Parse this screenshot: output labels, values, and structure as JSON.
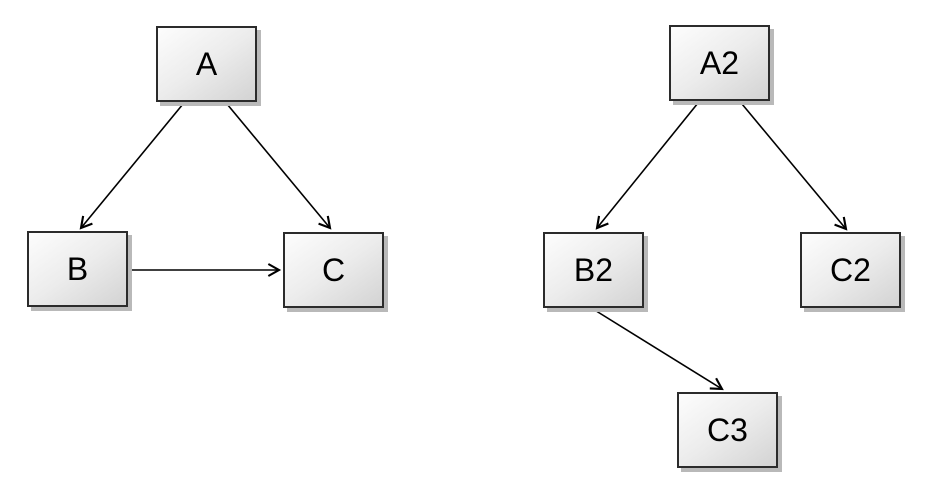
{
  "diagram": {
    "background_color": "#ffffff",
    "node_style": {
      "fill_top": "#fdfdfd",
      "fill_bottom": "#d3d3d3",
      "border_color": "#2b2b2b",
      "shadow_color": "#b9b9b9",
      "text_color": "#000000"
    },
    "edge_style": {
      "line_color": "#000000",
      "arrowhead": "open-stick-arrow"
    },
    "graphs": [
      {
        "name": "left-graph",
        "node_ids": [
          "A",
          "B",
          "C"
        ],
        "edge_list": [
          "A->B",
          "A->C",
          "B->C"
        ]
      },
      {
        "name": "right-graph",
        "node_ids": [
          "A2",
          "B2",
          "C2",
          "C3"
        ],
        "edge_list": [
          "A2->B2",
          "A2->C2",
          "B2->C3"
        ]
      }
    ],
    "nodes": {
      "A": {
        "label": "A"
      },
      "B": {
        "label": "B"
      },
      "C": {
        "label": "C"
      },
      "A2": {
        "label": "A2"
      },
      "B2": {
        "label": "B2"
      },
      "C2": {
        "label": "C2"
      },
      "C3": {
        "label": "C3"
      }
    },
    "edges": [
      {
        "from": "A",
        "to": "B"
      },
      {
        "from": "A",
        "to": "C"
      },
      {
        "from": "B",
        "to": "C"
      },
      {
        "from": "A2",
        "to": "B2"
      },
      {
        "from": "A2",
        "to": "C2"
      },
      {
        "from": "B2",
        "to": "C3"
      }
    ]
  }
}
